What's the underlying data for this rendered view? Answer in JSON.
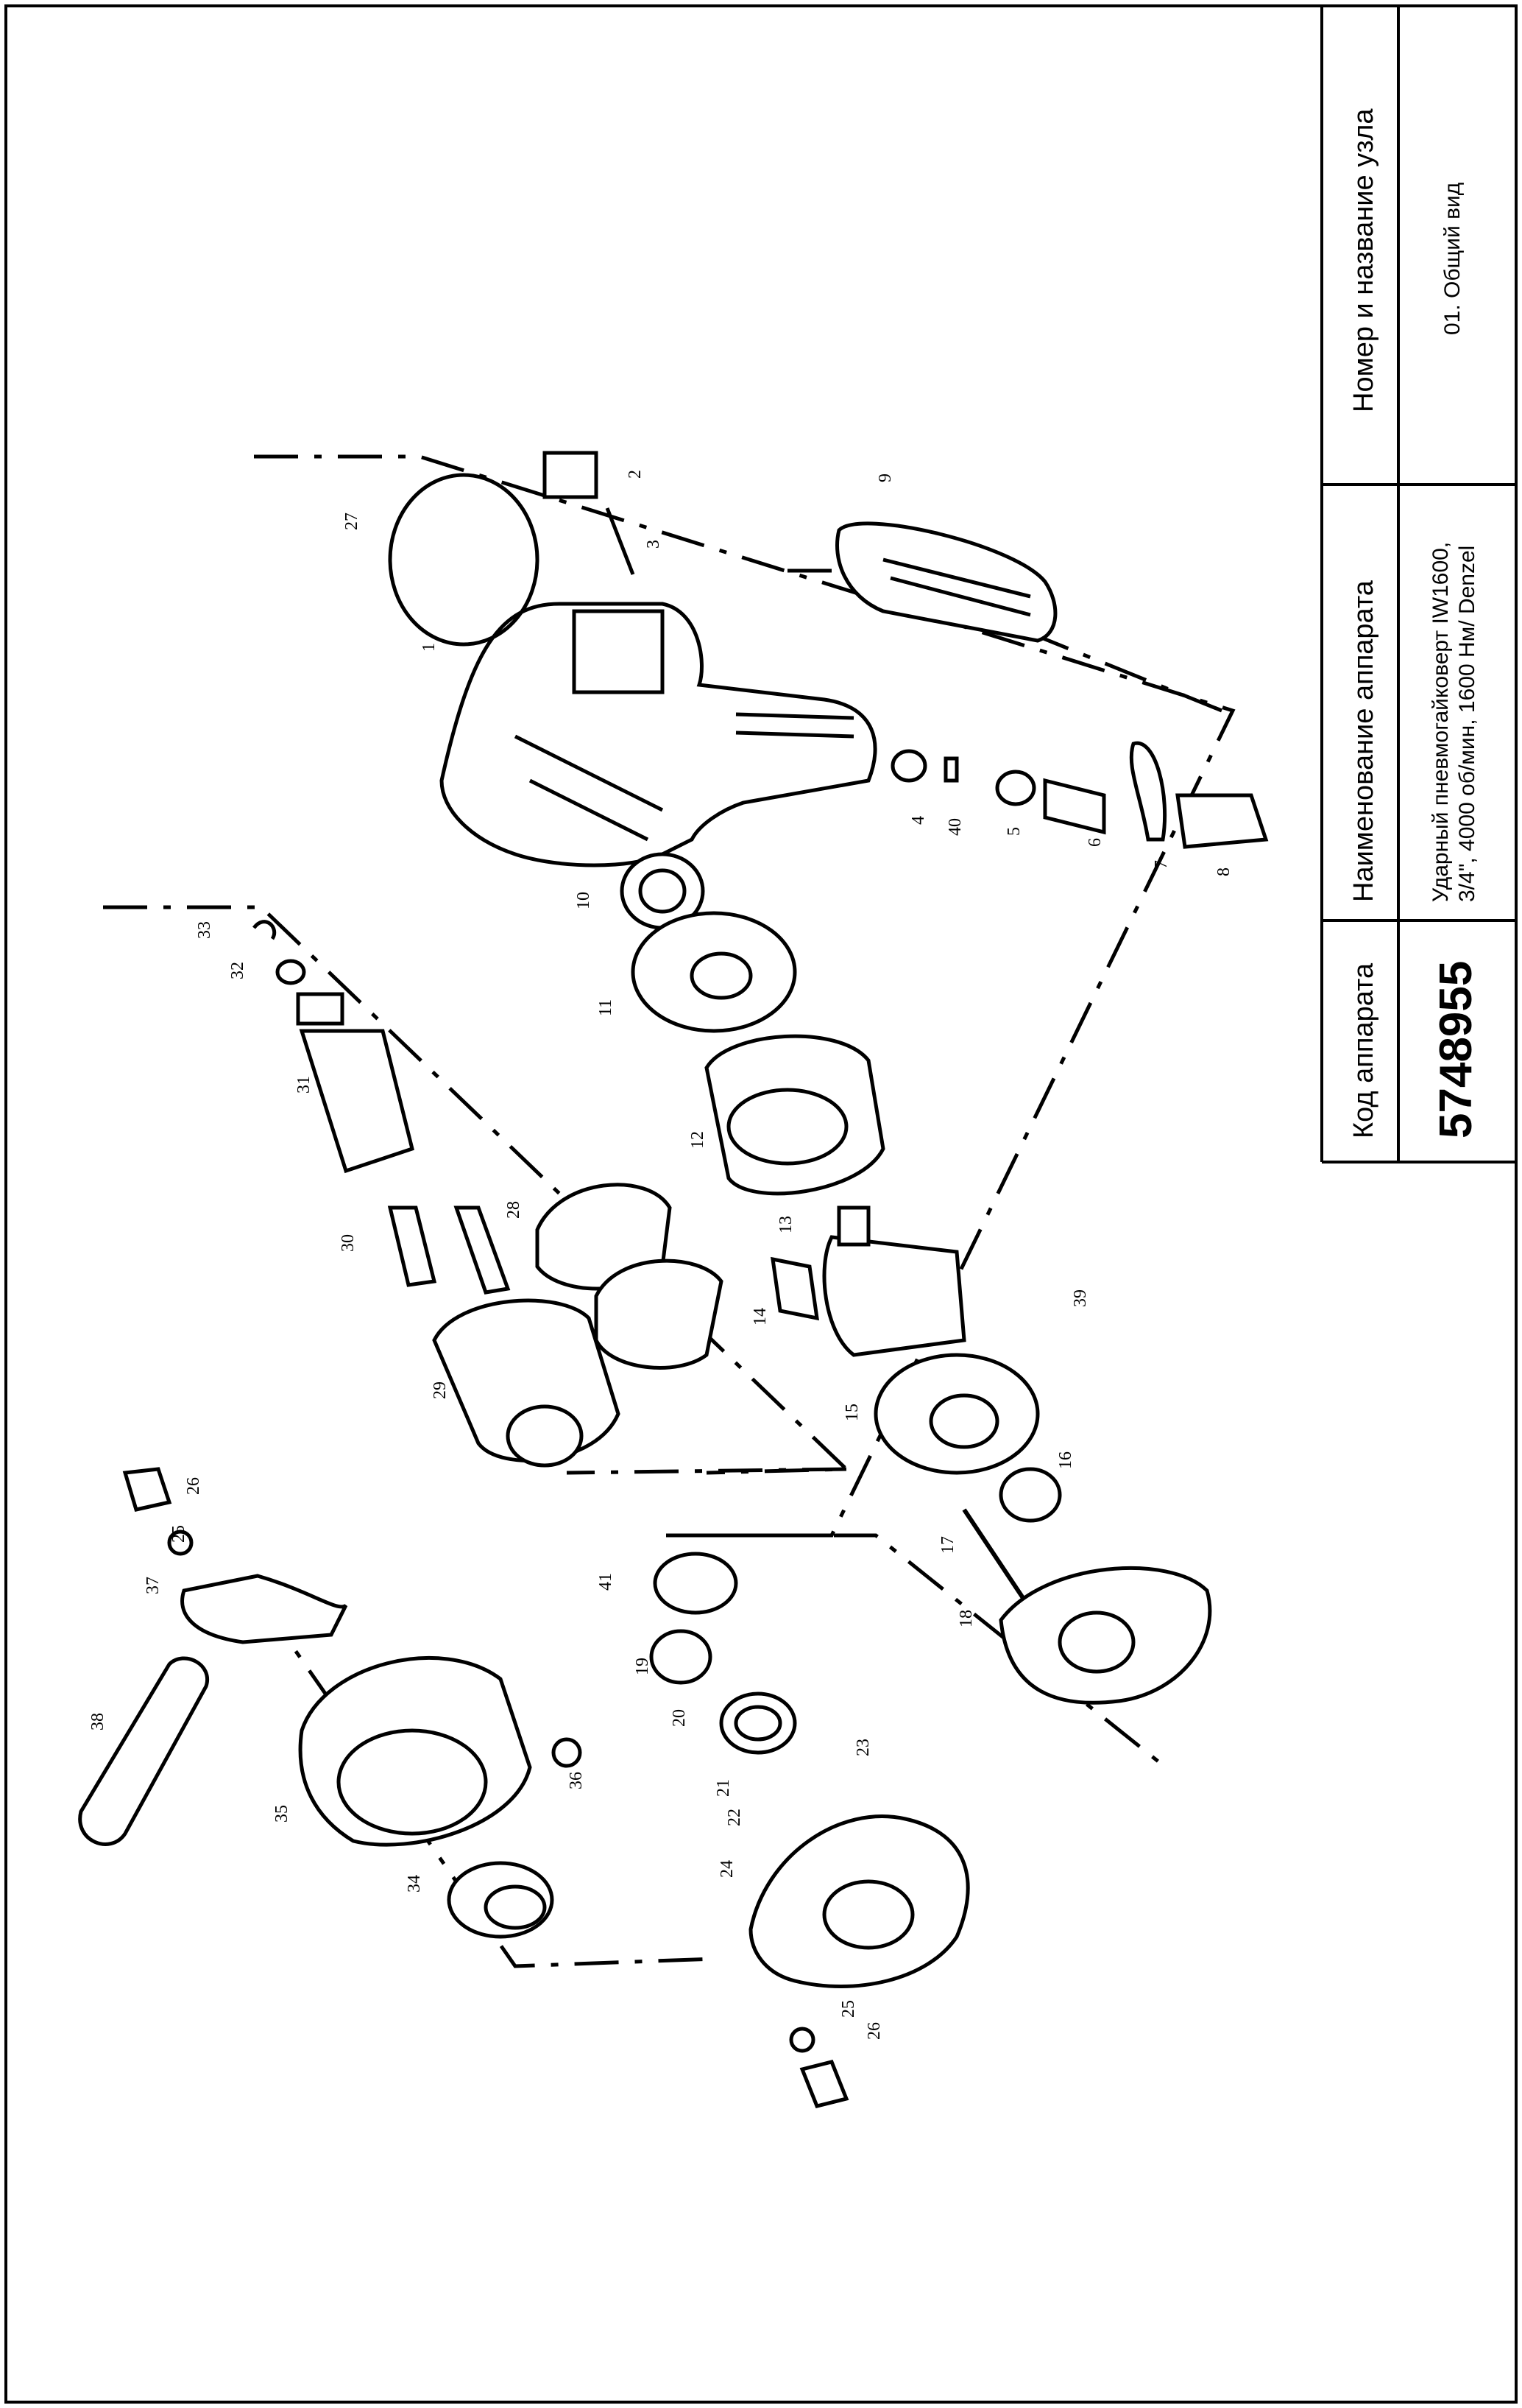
{
  "title_block": {
    "code_header": "Код аппарата",
    "code_value": "5748955",
    "name_header": "Наименование аппарата",
    "name_line1": "Ударный пневмогайковерт IW1600,",
    "name_line2": "3/4\", 4000 об/мин, 1600 Нм/ Denzel",
    "unit_header": "Номер и название узла",
    "unit_value": "01. Общий вид"
  },
  "part_numbers": [
    "1",
    "2",
    "3",
    "4",
    "5",
    "6",
    "7",
    "8",
    "9",
    "10",
    "11",
    "12",
    "13",
    "14",
    "15",
    "16",
    "17",
    "18",
    "19",
    "20",
    "21",
    "22",
    "23",
    "24",
    "25",
    "26",
    "27",
    "28",
    "29",
    "30",
    "31",
    "32",
    "33",
    "34",
    "35",
    "36",
    "37",
    "38",
    "39",
    "40",
    "41"
  ]
}
